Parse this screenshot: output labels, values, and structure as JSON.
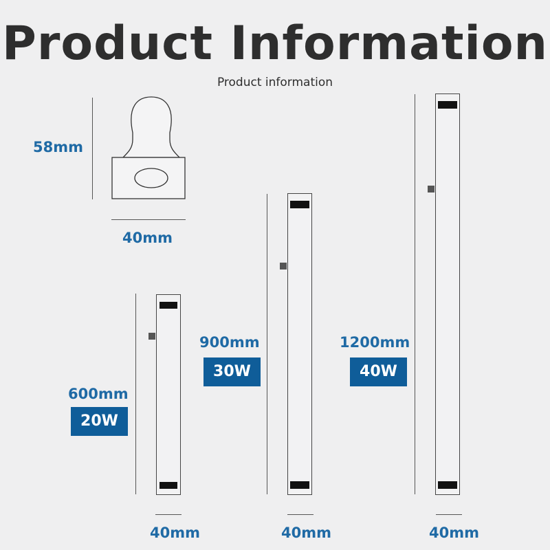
{
  "title": "Product Information",
  "subtitle": "Product information",
  "end_cap": {
    "height_label": "58mm",
    "width_label": "40mm"
  },
  "lamps": [
    {
      "length_label": "600mm",
      "power_label": "20W",
      "width_label": "40mm"
    },
    {
      "length_label": "900mm",
      "power_label": "30W",
      "width_label": "40mm"
    },
    {
      "length_label": "1200mm",
      "power_label": "40W",
      "width_label": "40mm"
    }
  ],
  "colors": {
    "accent": "#0f5d99",
    "dimension_text": "#1f6aa5",
    "title_text": "#2e2e2e",
    "background": "#efeff0"
  }
}
